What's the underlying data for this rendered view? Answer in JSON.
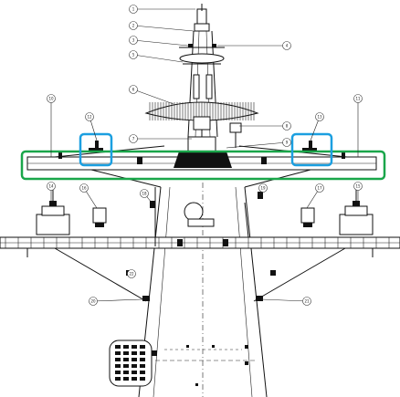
{
  "callouts": [
    {
      "id": "c1",
      "label": "1"
    },
    {
      "id": "c2",
      "label": "2"
    },
    {
      "id": "c3",
      "label": "3"
    },
    {
      "id": "c4",
      "label": "4"
    },
    {
      "id": "c5",
      "label": "5"
    },
    {
      "id": "c6",
      "label": "6"
    },
    {
      "id": "c7",
      "label": "7"
    },
    {
      "id": "c8",
      "label": "8"
    },
    {
      "id": "c9",
      "label": "9"
    },
    {
      "id": "c10",
      "label": "10"
    },
    {
      "id": "c11",
      "label": "11"
    },
    {
      "id": "c12",
      "label": "12"
    },
    {
      "id": "c13",
      "label": "13"
    },
    {
      "id": "c14",
      "label": "14"
    },
    {
      "id": "c15",
      "label": "15"
    },
    {
      "id": "c16",
      "label": "16"
    },
    {
      "id": "c17",
      "label": "17"
    },
    {
      "id": "c18",
      "label": "18"
    },
    {
      "id": "c19",
      "label": "19"
    },
    {
      "id": "c20",
      "label": "20"
    },
    {
      "id": "c21",
      "label": "21"
    },
    {
      "id": "c22",
      "label": "22"
    }
  ],
  "highlights": {
    "yardarm_color": "#1aa64a",
    "fitting_color": "#1b9fe0"
  },
  "icons": [
    "mast-diagram",
    "radar-antenna-icon",
    "lifebuoy-icon"
  ]
}
